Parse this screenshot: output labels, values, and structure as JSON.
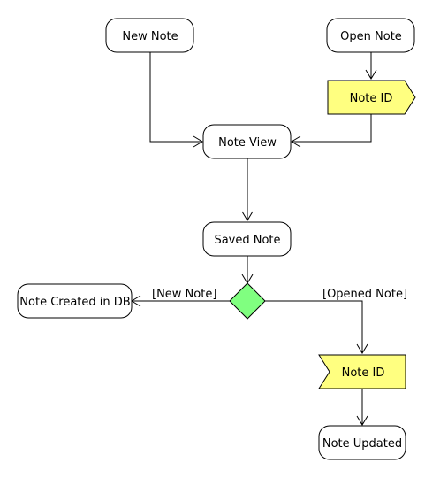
{
  "colors": {
    "signal_fill": "#ffff80",
    "decision_fill": "#80ff80",
    "stroke": "#000000",
    "background": "#ffffff"
  },
  "nodes": {
    "new_note": "New Note",
    "open_note": "Open Note",
    "note_id_send": "Note ID",
    "note_view": "Note View",
    "saved_note": "Saved Note",
    "note_created": "Note Created in DB",
    "note_id_receive": "Note ID",
    "note_updated": "Note Updated"
  },
  "guards": {
    "new_note": "[New Note]",
    "opened_note": "[Opened Note]"
  }
}
